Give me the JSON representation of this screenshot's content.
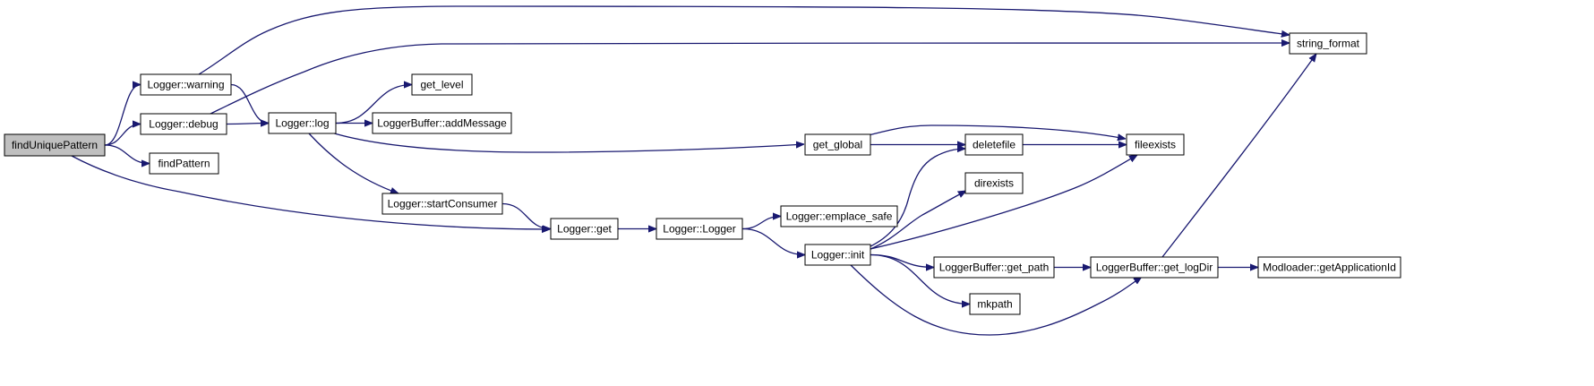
{
  "graph": {
    "root": "findUniquePattern",
    "colors": {
      "edge": "#191970",
      "node_border": "#000000",
      "root_fill": "#bfbfbf",
      "node_fill": "#ffffff"
    },
    "nodes": [
      {
        "id": "findUniquePattern",
        "label": "findUniquePattern"
      },
      {
        "id": "warning",
        "label": "Logger::warning"
      },
      {
        "id": "debug",
        "label": "Logger::debug"
      },
      {
        "id": "findPattern",
        "label": "findPattern"
      },
      {
        "id": "log",
        "label": "Logger::log"
      },
      {
        "id": "get_level",
        "label": "get_level"
      },
      {
        "id": "addMessage",
        "label": "LoggerBuffer::addMessage"
      },
      {
        "id": "startConsumer",
        "label": "Logger::startConsumer"
      },
      {
        "id": "get",
        "label": "Logger::get"
      },
      {
        "id": "Logger",
        "label": "Logger::Logger"
      },
      {
        "id": "emplace_safe",
        "label": "Logger::emplace_safe"
      },
      {
        "id": "init",
        "label": "Logger::init"
      },
      {
        "id": "get_global",
        "label": "get_global"
      },
      {
        "id": "deletefile",
        "label": "deletefile"
      },
      {
        "id": "direxists",
        "label": "direxists"
      },
      {
        "id": "fileexists",
        "label": "fileexists"
      },
      {
        "id": "get_path",
        "label": "LoggerBuffer::get_path"
      },
      {
        "id": "mkpath",
        "label": "mkpath"
      },
      {
        "id": "get_logDir",
        "label": "LoggerBuffer::get_logDir"
      },
      {
        "id": "string_format",
        "label": "string_format"
      },
      {
        "id": "getApplicationId",
        "label": "Modloader::getApplicationId"
      }
    ],
    "edges": [
      [
        "findUniquePattern",
        "warning"
      ],
      [
        "findUniquePattern",
        "debug"
      ],
      [
        "findUniquePattern",
        "findPattern"
      ],
      [
        "findUniquePattern",
        "get"
      ],
      [
        "warning",
        "log"
      ],
      [
        "warning",
        "string_format"
      ],
      [
        "debug",
        "log"
      ],
      [
        "debug",
        "string_format"
      ],
      [
        "log",
        "get_level"
      ],
      [
        "log",
        "addMessage"
      ],
      [
        "log",
        "get_global"
      ],
      [
        "log",
        "startConsumer"
      ],
      [
        "startConsumer",
        "get"
      ],
      [
        "get",
        "Logger"
      ],
      [
        "Logger",
        "emplace_safe"
      ],
      [
        "Logger",
        "init"
      ],
      [
        "get_global",
        "deletefile"
      ],
      [
        "get_global",
        "fileexists"
      ],
      [
        "deletefile",
        "fileexists"
      ],
      [
        "init",
        "deletefile"
      ],
      [
        "init",
        "direxists"
      ],
      [
        "init",
        "fileexists"
      ],
      [
        "init",
        "get_path"
      ],
      [
        "init",
        "mkpath"
      ],
      [
        "init",
        "get_logDir"
      ],
      [
        "get_path",
        "get_logDir"
      ],
      [
        "get_logDir",
        "string_format"
      ],
      [
        "get_logDir",
        "getApplicationId"
      ]
    ]
  }
}
